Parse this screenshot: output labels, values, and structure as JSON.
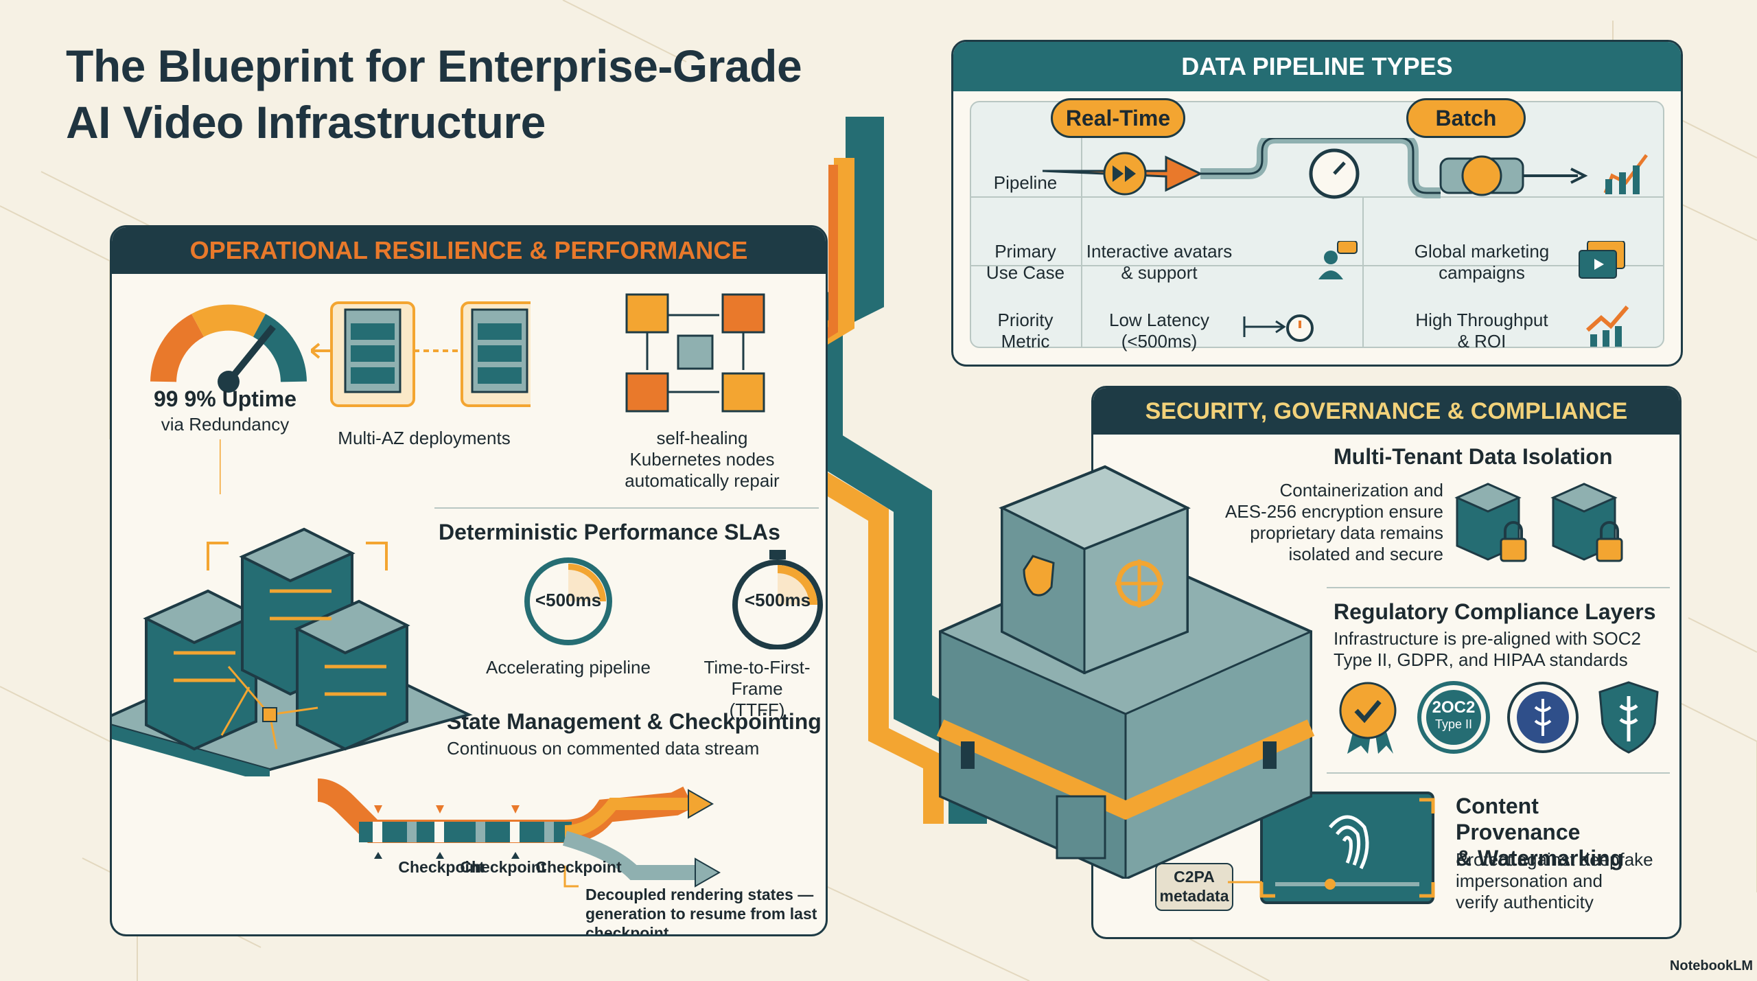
{
  "title": {
    "line1": "The Blueprint for Enterprise-Grade",
    "line2": "AI Video Infrastructure"
  },
  "pipeline_panel": {
    "header": "DATA PIPELINE TYPES",
    "col_realtime": "Real-Time",
    "col_batch": "Batch",
    "rows": [
      {
        "label": "Pipeline",
        "realtime": "",
        "batch": ""
      },
      {
        "label": "Primary\nUse Case",
        "realtime": "Interactive avatars\n& support",
        "batch": "Global marketing\ncampaigns"
      },
      {
        "label": "Priority\nMetric",
        "realtime": "Low Latency\n(<500ms)",
        "batch": "High Throughput\n& ROI"
      }
    ]
  },
  "resilience_panel": {
    "header": "OPERATIONAL RESILIENCE & PERFORMANCE",
    "uptime_title": "99 9% Uptime",
    "uptime_sub": "via Redundancy",
    "multi_az": "Multi-AZ deployments",
    "self_healing": "self-healing\nKubernetes nodes\nautomatically repair",
    "sla_title": "Deterministic Performance SLAs",
    "timer1_value": "<500ms",
    "timer1_label": "Accelerating pipeline",
    "timer2_value": "<500ms",
    "timer2_label": "Time-to-First-Frame\n(TTFF)",
    "state_title": "State Management & Checkpointing",
    "state_sub": "Continuous on commented data stream",
    "checkpoints": [
      "Checkpoint",
      "Checkpoint",
      "Checkpoint"
    ],
    "decoupled": "Decoupled rendering states —\ngeneration to resume from last checkpoint"
  },
  "security_panel": {
    "header": "SECURITY, GOVERNANCE & COMPLIANCE",
    "isolation_title": "Multi-Tenant Data Isolation",
    "isolation_text": "Containerization and\nAES-256 encryption ensure\nproprietary data remains\nisolated and secure",
    "compliance_title": "Regulatory Compliance Layers",
    "compliance_text_1": "Infrastructure is pre-aligned with SOC2",
    "compliance_text_2": "Type II, GDPR, and HIPAA standards",
    "badge_soc2": "2OC2",
    "badge_soc2_sub": "Type II",
    "provenance_title": "Content Provenance\n& Watermarking",
    "provenance_text": "Protect against deepfake\nimpersonation and\nverify authenticity",
    "c2pa_tag": "C2PA\nmetadata"
  },
  "watermark": "NotebookLM",
  "colors": {
    "teal": "#256d73",
    "dark": "#1e3b45",
    "orange": "#e9792b",
    "amber": "#f3a531",
    "cream": "#f6f1e4",
    "slate": "#8fb0b0"
  }
}
